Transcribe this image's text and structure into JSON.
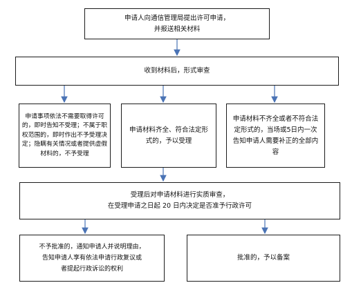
{
  "steps": {
    "apply": "申请人向通信管理局提出许可申请，\n并报送相关材料",
    "receive": "收到材料后，形式审查",
    "reject_scope": "申请事项依法不需要取得许可的，即时告知不受理；不属于职权范围的，即时作出不予受理决定；隐瞒有关情况或者提供虚假材料的，不予受理",
    "accept": "申请材料齐全、符合法定形式的，予以受理",
    "incomplete": "申请材料不齐全或者不符合法定形式的，当场或5日内一次告知申请人需要补正的全部内容",
    "review": "受理后对申请材料进行实质审查，\n在受理申请之日起 20 日内决定是否准予行政许可",
    "deny": "不予批准的，通知申请人并说明理由，\n告知申请人享有依法申请行政复议或\n者提起行政诉讼的权利",
    "approve": "批准的，予以备案"
  },
  "colors": {
    "arrow": "#4a73b5",
    "border": "#1a1a1a"
  }
}
